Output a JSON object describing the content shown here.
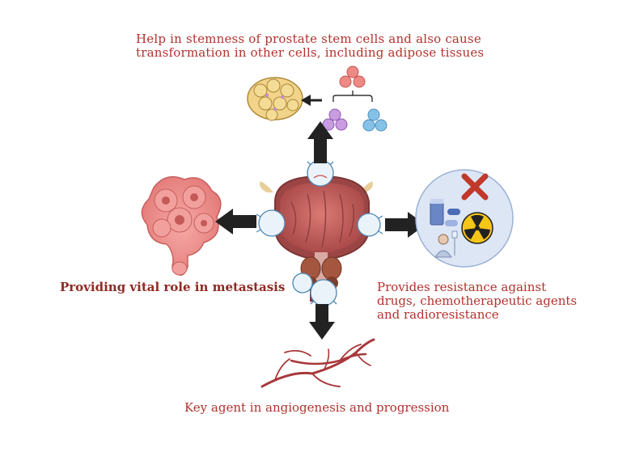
{
  "labels": {
    "top_line1": "Help in stemness of prostate stem cells and also cause",
    "top_line2": "transformation in other cells, including adipose tissues",
    "left": "Providing vital role in metastasis",
    "right_line1": "Provides resistance against",
    "right_line2": "drugs, chemotherapeutic agents",
    "right_line3": "and radioresistance",
    "bottom": "Key agent in angiogenesis and progression"
  },
  "colors": {
    "label_text": "#b3322e",
    "label_text_dark": "#8f2a24",
    "arrow": "#222222",
    "bladder": "#b85a5a",
    "drug_circle": "#dde6f5",
    "cross": "#c0392b",
    "vessel": "#a8383b"
  }
}
